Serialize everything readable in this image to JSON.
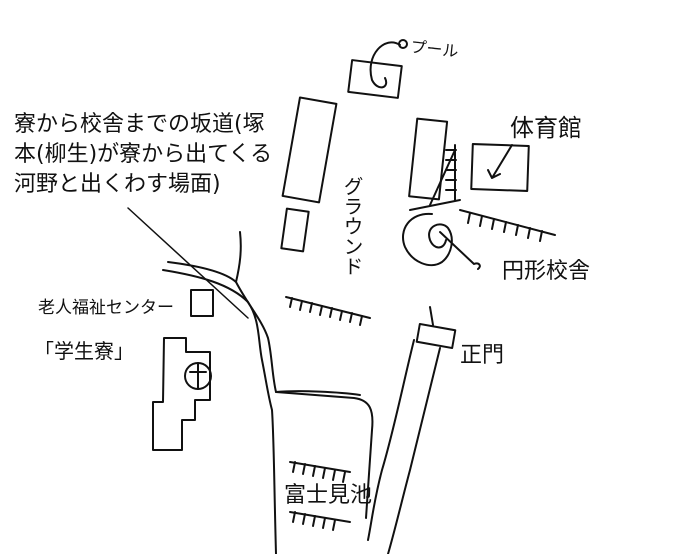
{
  "note": "寮から校舎までの坂道(塚本(柳生)が寮から出てくる河野と出くわす場面)",
  "labels": {
    "pool": "プール",
    "gym": "体育館",
    "ground": "グラウンド",
    "round_school": "円形校舎",
    "main_gate": "正門",
    "elderly_center": "老人福祉センター",
    "dorm": "「学生寮」",
    "pond": "富士見池"
  },
  "colors": {
    "ink": "#111111",
    "paper": "#ffffff"
  }
}
